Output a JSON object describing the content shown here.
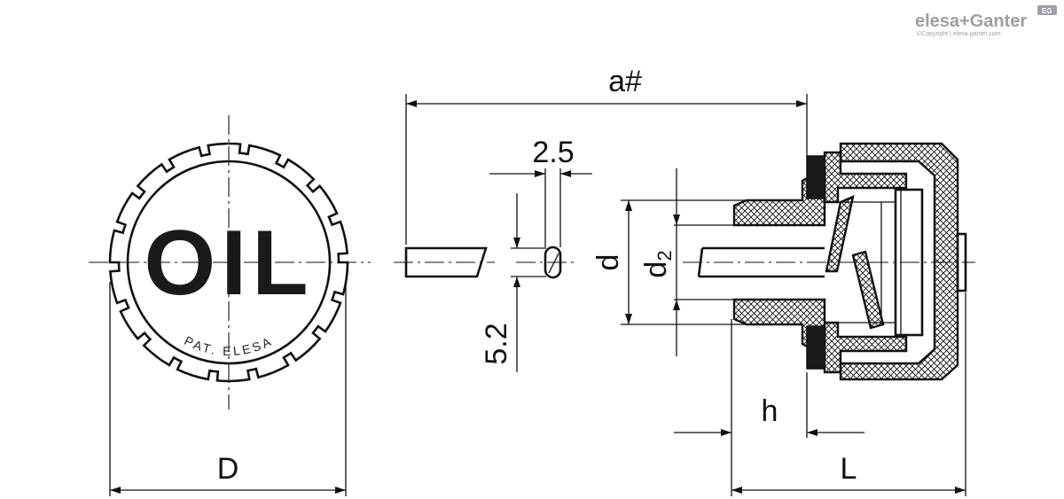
{
  "brand": {
    "name": "elesa+Ganter",
    "copyright": "©Copyright | elesa-ganter.com",
    "badge": "EG"
  },
  "cap_face": {
    "label": "OIL",
    "marking": "PAT. ELESA"
  },
  "dimensions": {
    "a": "a#",
    "D": "D",
    "d": "d",
    "d2_base": "d",
    "d2_sub": "2",
    "h": "h",
    "L": "L",
    "pin_width": "2.5",
    "pin_height": "5.2"
  }
}
